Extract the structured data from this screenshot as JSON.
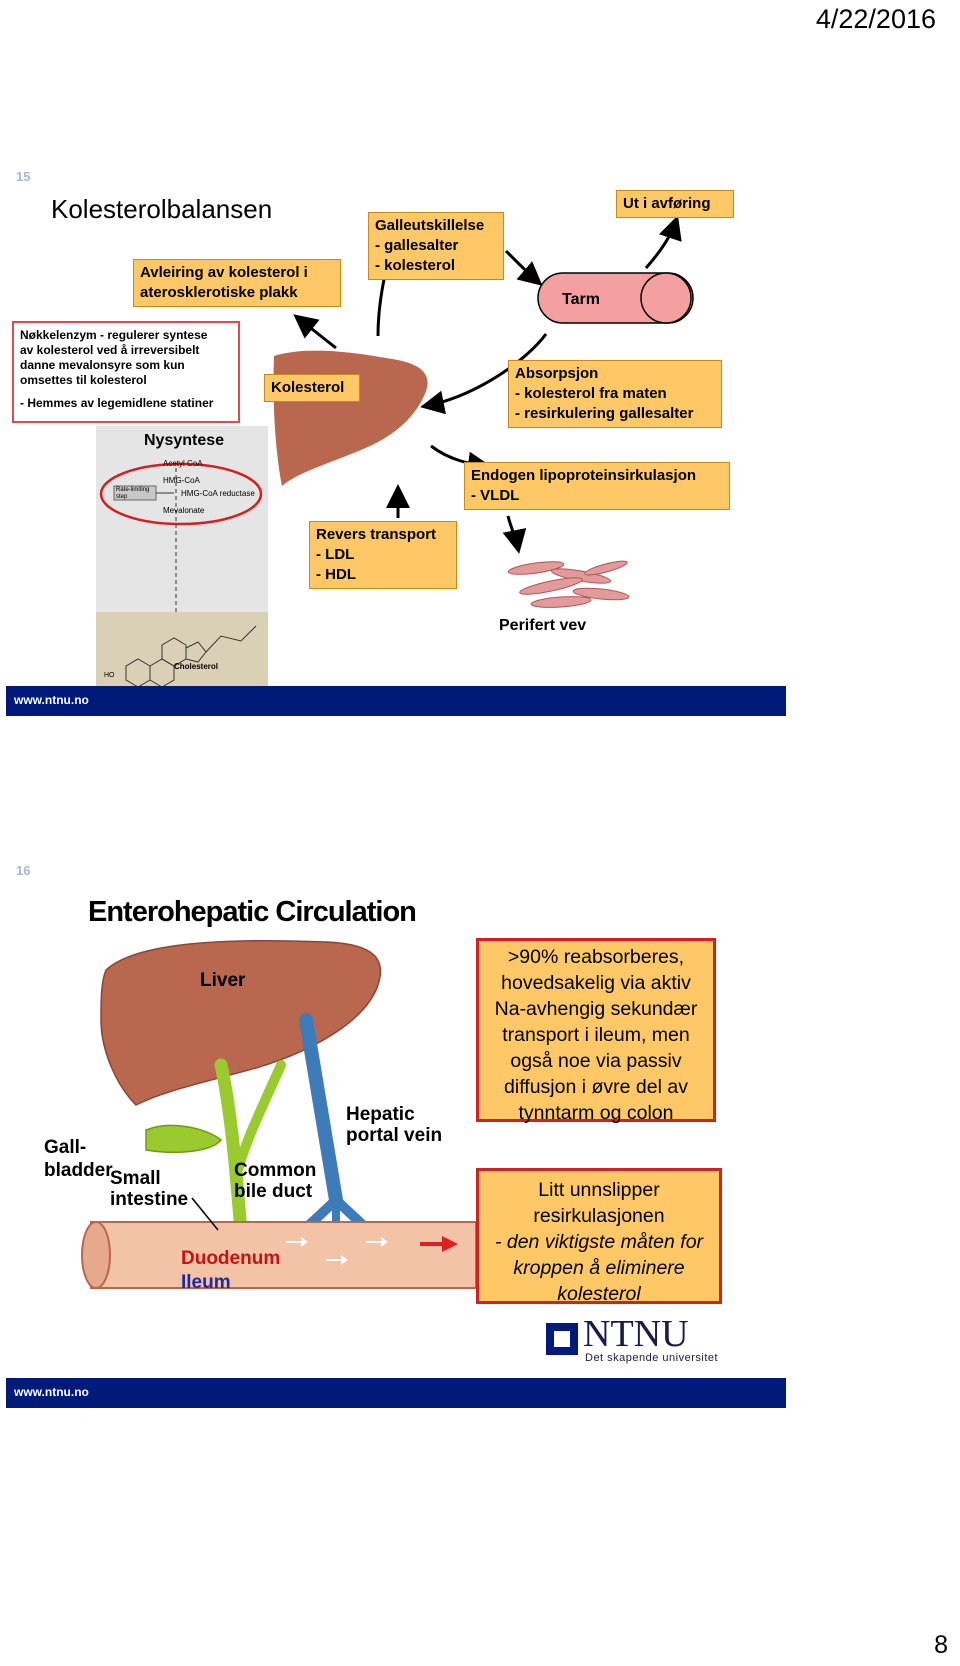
{
  "header": {
    "date": "4/22/2016"
  },
  "footer": {
    "page_number": "8"
  },
  "slides": {
    "slide15": {
      "number": "15",
      "title": "Kolesterolbalansen",
      "plaque_box": [
        "Avleiring av kolesterol i",
        "aterosklerotiske plakk"
      ],
      "bile_box": [
        "Galleutskillelse",
        "- gallesalter",
        "- kolesterol"
      ],
      "feces_box": "Ut i avføring",
      "intestine_label": "Tarm",
      "enzyme_box": [
        "Nøkkelenzym  - regulerer syntese",
        "av kolesterol ved å irreversibelt",
        "danne mevalonsyre som kun",
        "omsettes til kolesterol",
        "",
        "- Hemmes av legemidlene statiner"
      ],
      "liver_label": "Kolesterol",
      "absorption_box": [
        "Absorpsjon",
        "- kolesterol fra maten",
        "- resirkulering gallesalter"
      ],
      "synthesis_label": "Nysyntese",
      "pathway": {
        "acetyl": "Acetyl CoA",
        "hmg": "HMG-CoA",
        "rate": "Rate-limiting step",
        "reductase": "HMG-CoA reductase",
        "mevalonate": "Mevalonate",
        "cholesterol": "Cholesterol",
        "ho": "HO"
      },
      "endogenous_box": [
        "Endogen lipoproteinsirkulasjon",
        "- VLDL"
      ],
      "reverse_box": [
        "Revers transport",
        "- LDL",
        "- HDL"
      ],
      "tissue_label": "Perifert vev",
      "footer_url": "www.ntnu.no"
    },
    "slide16": {
      "number": "16",
      "title": "Enterohepatic Circulation",
      "labels": {
        "liver": "Liver",
        "hepatic": [
          "Hepatic",
          "portal vein"
        ],
        "gallbladder": [
          "Gall-",
          "bladder"
        ],
        "small_intestine": [
          "Small",
          "intestine"
        ],
        "common_bile": [
          "Common",
          "bile duct"
        ],
        "duodenum": "Duodenum",
        "ileum": "Ileum"
      },
      "box1": [
        ">90% reabsorberes,",
        "hovedsakelig via aktiv",
        "Na-avhengig sekundær",
        "transport i ileum, men",
        "også noe via passiv",
        "diffusjon i øvre del av",
        "tynntarm og colon"
      ],
      "box2": [
        "Litt unnslipper",
        "resirkulasjonen",
        "- den viktigste måten for",
        "kroppen å eliminere",
        "kolesterol"
      ],
      "logo": {
        "name": "NTNU",
        "tagline": "Det skapende universitet"
      },
      "footer_url": "www.ntnu.no"
    }
  },
  "colors": {
    "box_fill": "#fdc865",
    "footer_blue": "#001a7a",
    "red_border": "#d42020",
    "liver": "#b9674e",
    "duodenum": "#cc1111",
    "ileum": "#1a2aa0"
  }
}
